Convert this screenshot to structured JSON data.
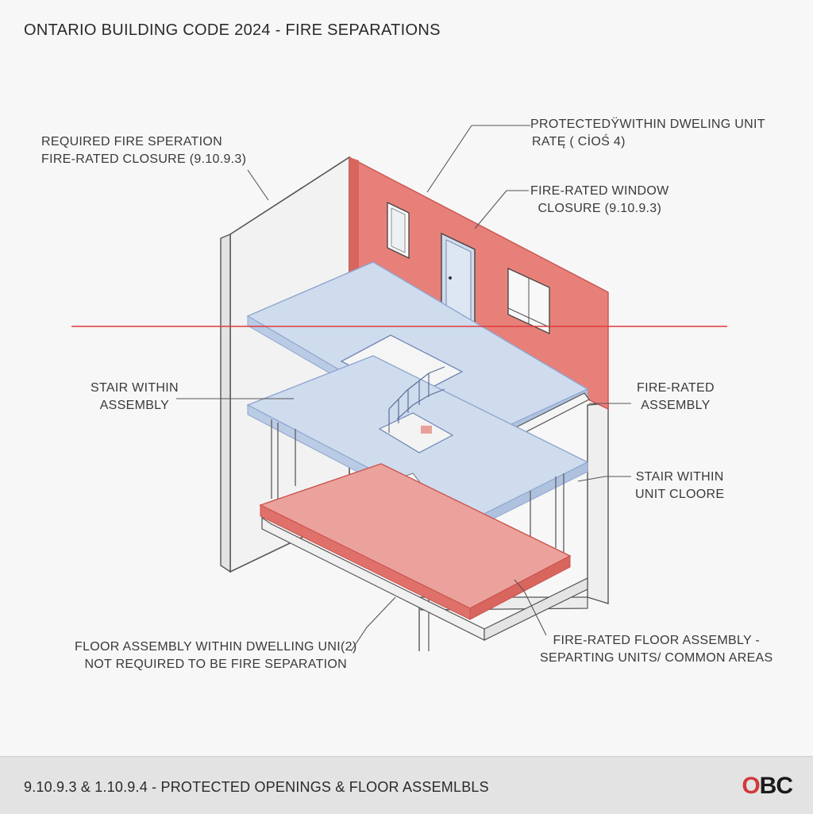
{
  "title": "ONTARIO BUILDING CODE 2024 - FIRE SEPARATIONS",
  "labels": {
    "required_sep_line1": "REQUIRED FIRE SPERATION",
    "required_sep_line2": "FIRE-RATED CLOSURE  (9.10.9.3)",
    "protected_line1": "PROTECTEDŸWITHIN DWELING UNIT",
    "protected_line2": "RATĘ ( CİOŚ 4)",
    "window_line1": "FIRE-RATED WINDOW",
    "window_line2": "CLOSURE (9.10.9.3)",
    "stair_line1": "STAIR WITHIN",
    "stair_line2": "ASSEMBLY",
    "rated_assembly_line1": "FIRE-RATED",
    "rated_assembly_line2": "ASSEMBLY",
    "stair_unit_line1": "STAIR WITHIN",
    "stair_unit_line2": "UNIT CLOORE",
    "floor_within_line1": "FLOOR ASSEMBLY WITHIN DWELLING UNI(2)",
    "floor_within_line2": "NOT REQUIRED TO BE FIRE SEPARATION",
    "floor_rated_line1": "FIRE-RATED FLOOR ASSEMBLY -",
    "floor_rated_line2": "SEPARTING UNITS/ COMMON AREAS"
  },
  "footer": {
    "text": "9.10.9.3 & 1.10.9.4 - PROTECTED OPENINGS & FLOOR ASSEMLBLS",
    "logo_o": "O",
    "logo_rest": "BC"
  },
  "colors": {
    "rated_red": "#e8807a",
    "rated_red_dark": "#d9655f",
    "slab_blue": "#cfdcee",
    "slab_blue_edge": "#9fb4d8",
    "line": "#555555",
    "section_line": "#e03a3a"
  }
}
